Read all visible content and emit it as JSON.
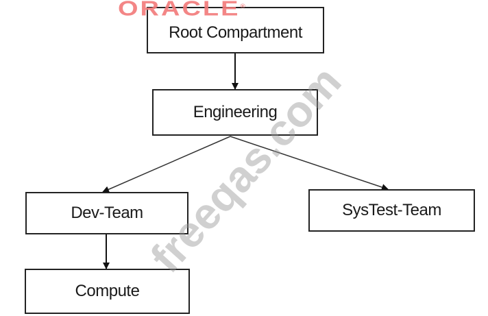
{
  "logo": {
    "text": "ORACLE",
    "mark": "®"
  },
  "watermark": "freeqas.com",
  "nodes": {
    "root": "Root Compartment",
    "engineering": "Engineering",
    "dev_team": "Dev-Team",
    "systest_team": "SysTest-Team",
    "compute": "Compute"
  },
  "edges": [
    {
      "from": "Root Compartment",
      "to": "Engineering"
    },
    {
      "from": "Engineering",
      "to": "Dev-Team"
    },
    {
      "from": "Engineering",
      "to": "SysTest-Team"
    },
    {
      "from": "Dev-Team",
      "to": "Compute"
    }
  ]
}
